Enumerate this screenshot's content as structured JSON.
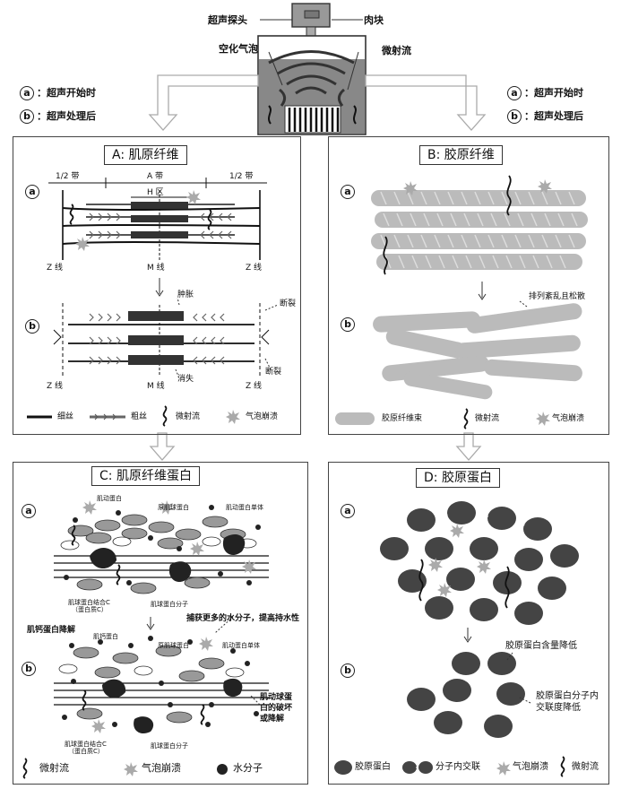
{
  "top": {
    "probe": "超声探头",
    "meat": "肉块",
    "cavitation": "空化气泡",
    "microjet": "微射流",
    "legend_a": "：超声开始时",
    "legend_b": "：超声处理后",
    "mark_a": "a",
    "mark_b": "b"
  },
  "panelA": {
    "title": "A: 肌原纤维",
    "half_band_left": "1/2 带",
    "half_band_right": "1/2 带",
    "a_band": "A 带",
    "h_zone": "H 区",
    "z_line_left": "Z 线",
    "m_line": "M 线",
    "z_line_right": "Z 线",
    "swelling": "肿胀",
    "break1": "断裂",
    "break2": "断裂",
    "disappear": "消失",
    "z_line_left_b": "Z 线",
    "m_line_b": "M 线",
    "z_line_right_b": "Z 线",
    "legend_thin": "细丝",
    "legend_thick": "粗丝",
    "legend_microjet": "微射流",
    "legend_collapse": "气泡崩溃"
  },
  "panelB": {
    "title": "B: 胶原纤维",
    "disorder": "排列紊乱且松散",
    "legend_bundle": "胶原纤维束",
    "legend_microjet": "微射流",
    "legend_collapse": "气泡崩溃"
  },
  "panelC": {
    "title": "C: 肌原纤维蛋白",
    "actin": "肌动蛋白",
    "tropomyosin": "原肌球蛋白",
    "actin_monomer": "肌动蛋白单体",
    "myosin_c": "肌球蛋白结合C",
    "myosin_c_paren": "（蛋白质C）",
    "myosin_molecule": "肌球蛋白分子",
    "capture_water": "捕获更多的水分子，提高持水性",
    "calpain": "肌钙蛋白降解",
    "actin_b": "肌钙蛋白",
    "tropomyosin_b": "原肌球蛋白",
    "actin_monomer_b": "肌动蛋白单体",
    "actomyosin_destroy": "肌动球蛋白的破坏或降解",
    "myosin_c_b": "肌球蛋白结合C",
    "myosin_c_paren_b": "（蛋白质C）",
    "myosin_molecule_b": "肌球蛋白分子",
    "legend_microjet": "微射流",
    "legend_collapse": "气泡崩溃",
    "legend_water": "水分子"
  },
  "panelD": {
    "title": "D: 胶原蛋白",
    "content_decrease": "胶原蛋白含量降低",
    "crosslink_decrease": "胶原蛋白分子内交联度降低",
    "legend_collagen": "胶原蛋白",
    "legend_crosslink": "分子内交联",
    "legend_collapse": "气泡崩溃",
    "legend_microjet": "微射流"
  },
  "colors": {
    "gray": "#9a9a9a",
    "dark": "#444444",
    "light": "#c8c8c8"
  }
}
